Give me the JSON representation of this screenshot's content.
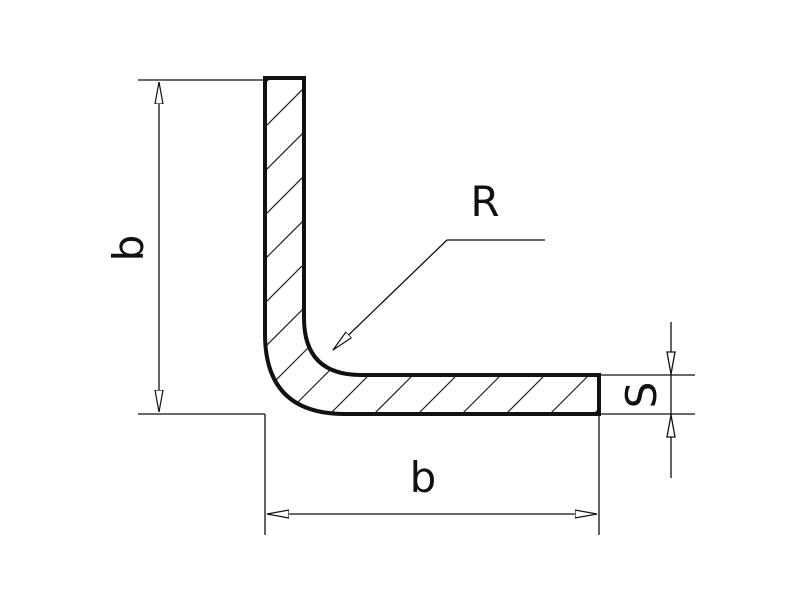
{
  "labels": {
    "height": "b",
    "width": "b",
    "thickness": "S",
    "radius": "R"
  },
  "colors": {
    "stroke": "#111111",
    "hatch": "#222222",
    "background": "#ffffff"
  }
}
